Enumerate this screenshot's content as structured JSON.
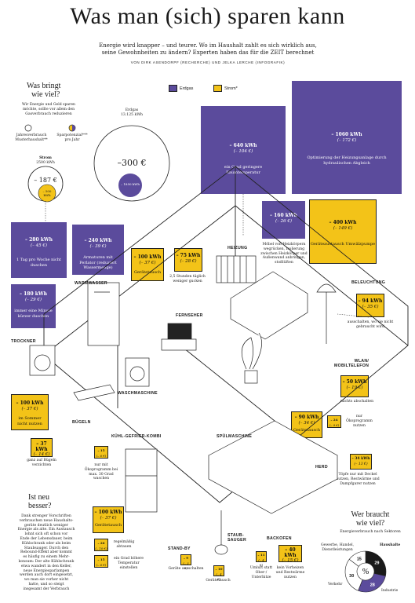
{
  "header": {
    "title": "Was man (sich) sparen kann",
    "lead_line1": "Energie wird knapper – und teurer. Wo im Haushalt zahlt es sich wirklich aus,",
    "lead_line2": "seine Gewohnheiten zu ändern? Experten haben das für die ZEIT berechnet",
    "byline": "VON DIRK ASENDORPF (RECHERCHE) UND JELKA LERCHE (INFOGRAFIK)"
  },
  "legend": {
    "erdgas": "Erdgas",
    "strom": "Strom*"
  },
  "colors": {
    "erdgas": "#5b4b9c",
    "strom": "#f3c318",
    "ink": "#1a1a1a"
  },
  "intro": {
    "heading1": "Was bringt",
    "heading2": "wie viel?",
    "text1": "Wir Energie und Geld sparen",
    "text2": "möchte, sollte vor allem den",
    "text3": "Gasverbrauch reduzieren",
    "legend_haushalt1": "Jahresverbrauch",
    "legend_haushalt2": "Musterhaushalt**",
    "legend_spar1": "Sparpotenzial***",
    "legend_spar2": "pro Jahr"
  },
  "circles": {
    "strom_label": "Strom",
    "strom_kwh": "2500 kWh",
    "strom_euro": "– 187 €",
    "strom_save": "– 500 kWh",
    "gas_label": "Erdgas",
    "gas_kwh": "13.125 kWh",
    "gas_euro": "–300 €",
    "gas_save": "– 1850 kWh"
  },
  "boxes": {
    "gas_raum": {
      "v": "– 640 kWh",
      "e": "(– 104 €)",
      "t": "ein Grad geringere Raumtemperatur"
    },
    "gas_heiz": {
      "v": "– 1060 kWh",
      "e": "(– 172 €)",
      "t": "Optimierung der Heizungsanlage durch hydraulischen Abgleich"
    },
    "gas_moebel": {
      "v": "– 160 kWh",
      "e": "(– 26 €)"
    },
    "strom_pumpe": {
      "v": "– 400 kWh",
      "e": "(– 149 €)",
      "t": "Geräteaustausch Umwälzpumpe"
    },
    "gas_woche": {
      "v": "– 280 kWh",
      "e": "(– 45 €)",
      "t": "1 Tag pro Woche nicht duschen"
    },
    "gas_armatur": {
      "v": "– 240 kWh",
      "e": "(– 39 €)",
      "t": "Armaturen mit Perlator (reduziert Wassermenge)"
    },
    "gas_minute": {
      "v": "– 180 kWh",
      "e": "(– 29 €)",
      "t": "immer eine Minute kürzer duschen"
    },
    "strom_fern": {
      "v": "– 100 kWh",
      "e": "(– 37 €)",
      "t": "Gerätetausch"
    },
    "strom_gucken": {
      "v": "– 75 kWh",
      "e": "(– 28 €)"
    },
    "strom_licht": {
      "v": "– 94 kWh",
      "e": "(– 35 €)"
    },
    "strom_wlan": {
      "v": "– 50 kWh",
      "e": "(– 19 €)"
    },
    "strom_trockner": {
      "v": "– 100 kWh",
      "e": "(– 37 €)",
      "t": "im Sommer nicht nutzen"
    },
    "strom_buegeln": {
      "v": "– 37 kWh",
      "e": "(– 14 €)"
    },
    "strom_wasch": {
      "v": "– 15",
      "e": "(– 6 €)"
    },
    "strom_spuel": {
      "v": "– 90 kWh",
      "e": "(– 34 €)",
      "t": "Gerätetausch"
    },
    "strom_oeko": {
      "v": "– 24",
      "e": "(– 9 €)"
    },
    "strom_herd": {
      "v": "– 34 kWh",
      "e": "(– 13 €)"
    },
    "strom_kuehl": {
      "v": "– 100 kWh",
      "e": "(– 37 €)",
      "t": "Gerätetausch"
    },
    "strom_26": {
      "v": "– 26",
      "e": "(– 10 €)"
    },
    "strom_15": {
      "v": "– 15",
      "e": "(– 6 €)"
    },
    "strom_standby": {
      "v": "– 9",
      "e": "(– 3 €)"
    },
    "strom_sauger": {
      "v": "– 10",
      "e": "(– 4 €)"
    },
    "strom_ofen1": {
      "v": "– 11",
      "e": "(– 4 €)"
    },
    "strom_ofen2": {
      "v": "– 40 kWh",
      "e": "(– 15 €)"
    }
  },
  "notes": {
    "gucken": "2,5 Stunden täglich weniger gucken",
    "moebel": "Möbel von Heizkörpern wegrücken, Isolierung zwischen Heizkörper und Außenwand anbringen, stoßlüften",
    "licht": "ausschalten, wo sie nicht gebraucht wird",
    "wlan": "nachts abschalten",
    "oeko": "nur Ökoprogramm nutzen",
    "herd": "Töpfe nur mit Deckel nutzen, Restwärme und Dampfgarer nutzen",
    "buegeln": "ganz auf Bügeln verzichten",
    "wasch": "nur mit Ökoprogramm bei max. 30 Grad waschen",
    "kuehl1": "regelmäßig abtauen",
    "kuehl2": "ein Grad höhere Temperatur einstellen",
    "standby": "Geräte ausschalten",
    "sauger": "Gerätetausch",
    "ofen1": "Umluft statt Ober-/ Unterhitze",
    "ofen2": "kein Vorheizen und Restwärme nutzen"
  },
  "rooms": {
    "heizung": "HEIZUNG",
    "warmwasser": "WARMWASSER",
    "fernseher": "FERNSEHER",
    "beleuchtung": "BELEUCHTUNG",
    "trockner": "TROCKNER",
    "wlan1": "WLAN/",
    "wlan2": "MOBILTELEFON",
    "waschmaschine": "WASCHMASCHINE",
    "buegeln": "BÜGELN",
    "kuehl": "KÜHL-GEFRIER-KOMBI",
    "spuel": "SPÜLMASCHINE",
    "herd": "HERD",
    "standby": "STAND-BY",
    "sauger1": "STAUB-",
    "sauger2": "SAUGER",
    "backofen": "BACKOFEN"
  },
  "article": {
    "heading1": "Ist neu",
    "heading2": "besser?",
    "lines": [
      "Dank strenger Vorschriften",
      "verbrauchen neue Haushalts-",
      "geräte deutlich weniger",
      "Energie als alte. Ein Austausch",
      "lohnt sich oft schon vor",
      "Ende der Lebensdauer, beim",
      "Kühlschrank oder als beim",
      "Staubsauger. Durch den",
      "Rebound-Effekt aber kommt",
      "es häufig zu einem Mehr-",
      "konsum: Der alte Kühlschrank",
      "etwa wandert in den Keller,",
      "neue Energiesparlampen",
      "werden auch dort eingesetzt,",
      "wo man sie vorher nicht",
      "hatte, und so steigt",
      "insgesamt der Verbrauch"
    ]
  },
  "donut": {
    "heading1": "Wer braucht",
    "heading2": "wie viel?",
    "sub": "Energieverbrauch nach Sektoren",
    "labels": {
      "gewerbe": "Gewerbe, Handel, Dienstleistungen",
      "haushalte": "Haushalte",
      "verkehr": "Verkehr",
      "industrie": "Industrie",
      "pct": "%"
    }
  },
  "chart_data": {
    "type": "pie",
    "title": "Wer braucht wie viel?",
    "subtitle": "Energieverbrauch nach Sektoren",
    "categories": [
      "Haushalte",
      "Industrie",
      "Verkehr",
      "Gewerbe, Handel, Dienstleistungen"
    ],
    "values": [
      29,
      28,
      30,
      15
    ],
    "colors": [
      "#f3c318",
      "#5b4b9c",
      "#ffffff",
      "#ffffff"
    ]
  }
}
